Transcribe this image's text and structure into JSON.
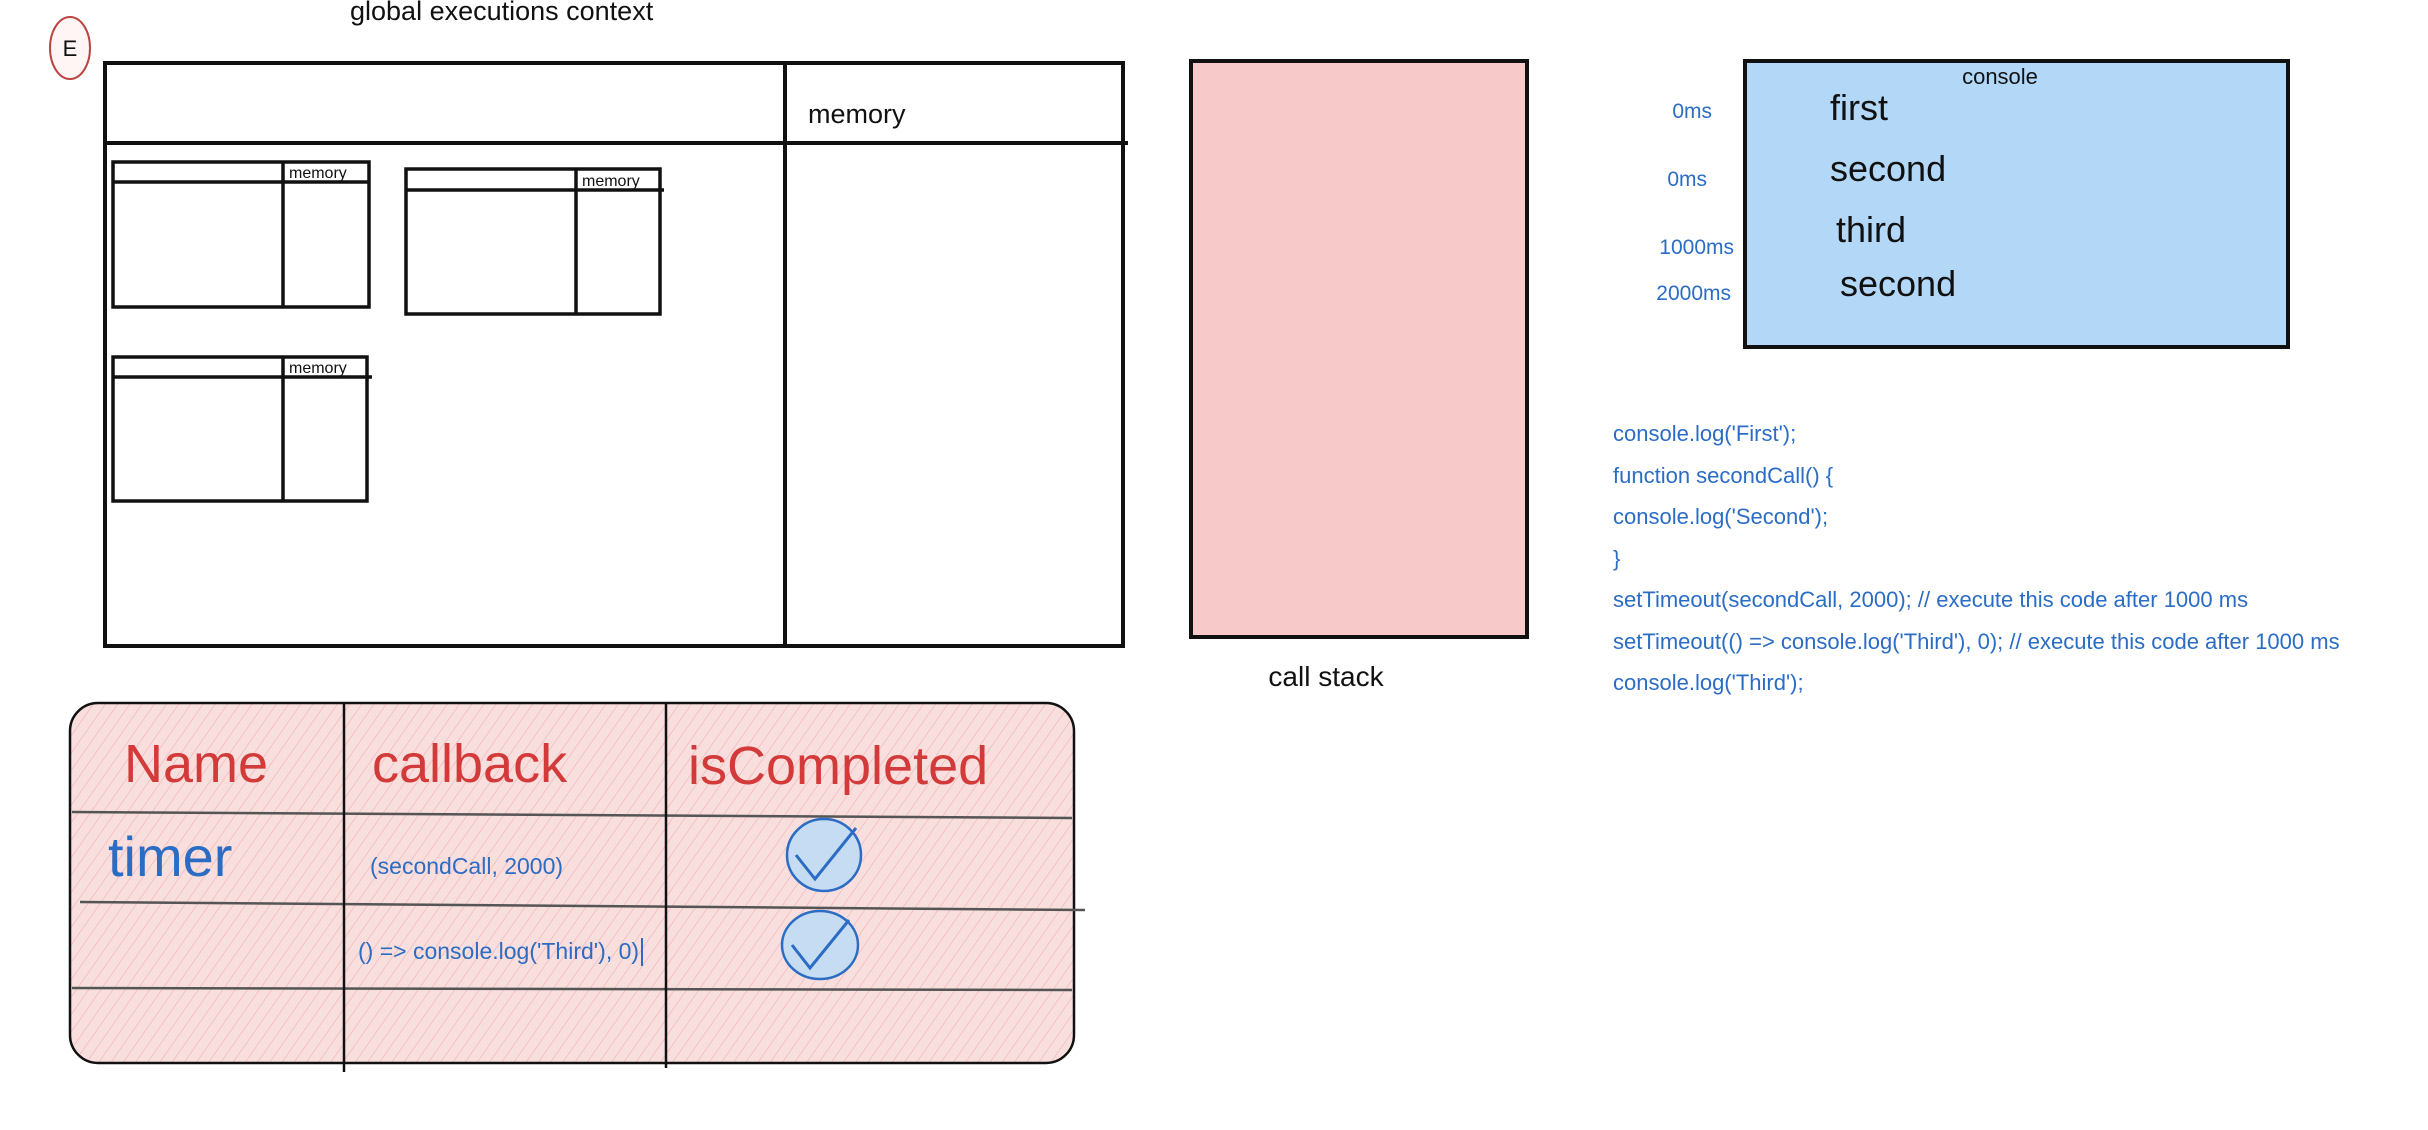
{
  "avatar": {
    "letter": "E"
  },
  "gec": {
    "title": "global executions context",
    "memory_label": "memory",
    "inner_boxes": [
      {
        "memory_label": "memory"
      },
      {
        "memory_label": "memory"
      },
      {
        "memory_label": "memory"
      }
    ]
  },
  "call_stack": {
    "label": "call stack",
    "fill": "#f7c9c9"
  },
  "console": {
    "title": "console",
    "fill": "#b3d7f7",
    "entries": [
      {
        "time": "0ms",
        "text": "first"
      },
      {
        "time": "0ms",
        "text": "second"
      },
      {
        "time": "1000ms",
        "text": "third"
      },
      {
        "time": "2000ms",
        "text": "second"
      }
    ]
  },
  "code": {
    "lines": [
      "console.log('First');",
      "function secondCall() {",
      "console.log('Second');",
      "}",
      "setTimeout(secondCall, 2000); // execute this code after 1000 ms",
      "setTimeout(() => console.log('Third'), 0); // execute this code after 1000 ms",
      "console.log('Third');"
    ]
  },
  "table": {
    "fill": "#f9dede",
    "headers": [
      "Name",
      "callback",
      "isCompleted"
    ],
    "rows": [
      {
        "name": "timer",
        "callback": "(secondCall, 2000)",
        "completed": true
      },
      {
        "name": "",
        "callback": "() => console.log('Third'), 0)",
        "completed": true
      }
    ]
  },
  "colors": {
    "ink": "#111111",
    "blue_text": "#2b6cc4",
    "red_text": "#d33a3a",
    "check": "#2b6cc4"
  }
}
